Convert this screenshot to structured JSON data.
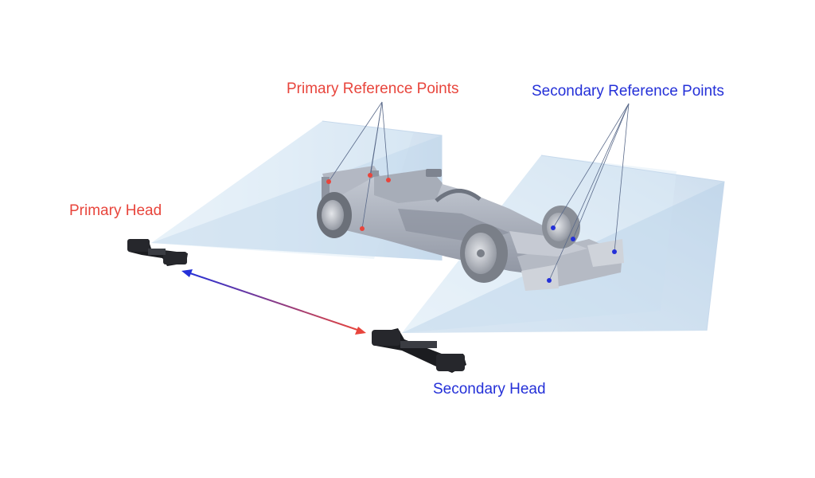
{
  "labels": {
    "primary_reference_points": "Primary Reference Points",
    "secondary_reference_points": "Secondary Reference Points",
    "primary_head": "Primary Head",
    "secondary_head": "Secondary Head"
  },
  "colors": {
    "primary": "#e8453c",
    "secondary": "#2430d8",
    "frustum": "#bcd6ec",
    "car_body": "#9ea4b0",
    "sensor_head": "#1b1c20"
  },
  "icons": {
    "car": "formula-one-car",
    "sensor": "scanner-head",
    "link": "double-arrow"
  }
}
